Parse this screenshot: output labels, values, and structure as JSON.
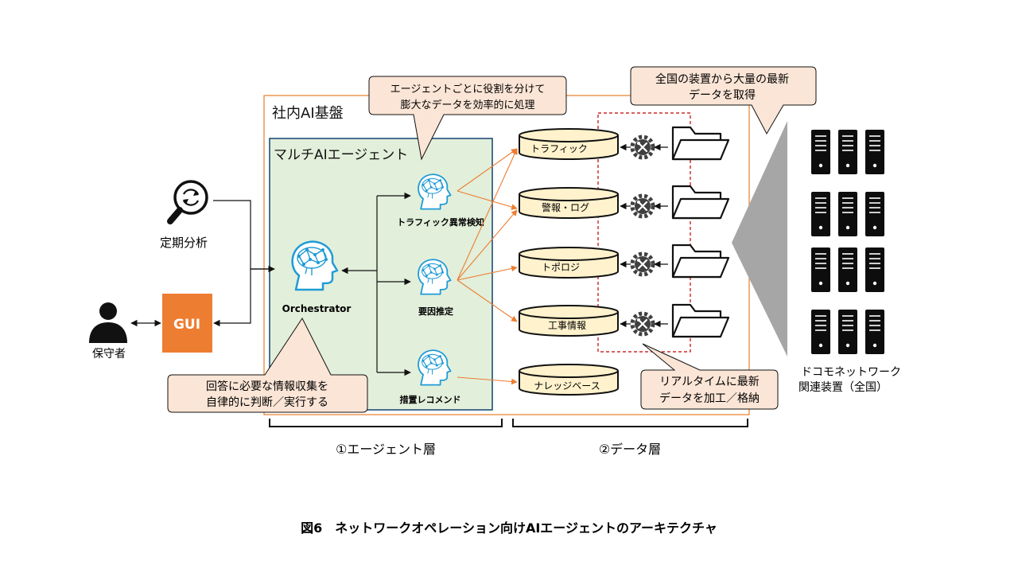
{
  "platform": {
    "title": "社内AI基盤"
  },
  "multi_agent": {
    "title": "マルチAIエージェント"
  },
  "callouts": {
    "agents": [
      "エージェントごとに役割を分けて",
      "膨大なデータを効率的に処理"
    ],
    "collect": [
      "全国の装置から大量の最新",
      "データを取得"
    ],
    "orchestrator": [
      "回答に必要な情報収集を",
      "自律的に判断／実行する"
    ],
    "realtime": [
      "リアルタイムに最新",
      "データを加工／格納"
    ]
  },
  "left": {
    "periodic_label": "定期分析",
    "gui_label": "GUI",
    "maintainer_label": "保守者"
  },
  "agents": {
    "orchestrator": "Orchestrator",
    "traffic": "トラフィック異常検知",
    "cause": "要因推定",
    "measure": "措置レコメンド"
  },
  "databases": [
    "トラフィック",
    "警報・ログ",
    "トポロジ",
    "工事情報",
    "ナレッジベース"
  ],
  "devices": {
    "label": [
      "ドコモネットワーク",
      "関連装置（全国）"
    ]
  },
  "layers": {
    "agent": "①エージェント層",
    "data": "②データ層"
  },
  "caption": "図6　ネットワークオペレーション向けAIエージェントのアーキテクチャ",
  "colors": {
    "platform_border": "#e8883a",
    "agent_box_fill": "#e2efda",
    "agent_box_border": "#1f4e79",
    "callout_fill": "#fbe5d6",
    "db_fill": "#fff2cc",
    "gui_fill": "#ed7d31",
    "arrow_orange": "#ed7d31",
    "brain": "#1f9bd7",
    "dashed_red": "#c00000"
  }
}
